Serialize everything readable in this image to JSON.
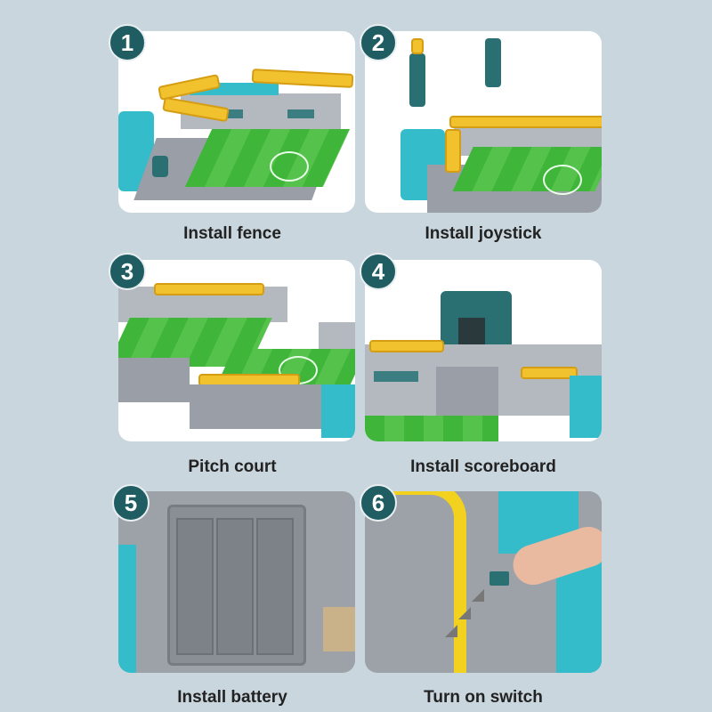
{
  "steps": [
    {
      "number": "1",
      "label": "Install fence"
    },
    {
      "number": "2",
      "label": "Install joystick"
    },
    {
      "number": "3",
      "label": "Pitch court"
    },
    {
      "number": "4",
      "label": "Install scoreboard"
    },
    {
      "number": "5",
      "label": "Install battery"
    },
    {
      "number": "6",
      "label": "Turn on switch"
    }
  ]
}
